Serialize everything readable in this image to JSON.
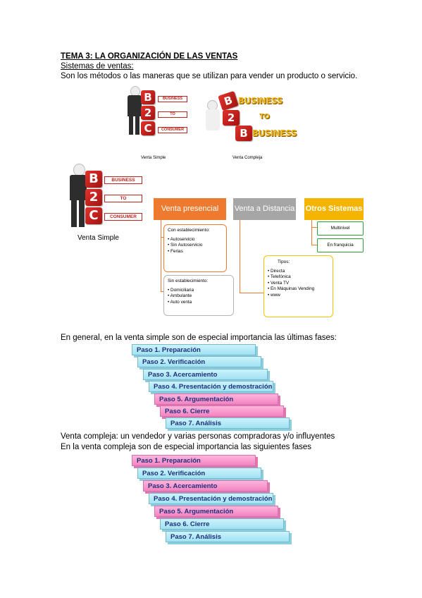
{
  "header": {
    "title": "TEMA 3: LA ORGANIZACIÓN DE LAS VENTAS",
    "subtitle": "Sistemas de ventas:",
    "definition": "Son los métodos o las maneras que se utilizan para vender un producto o servicio."
  },
  "illustrations": {
    "b2c_caption": "Venta Simple",
    "b2b_caption": "Venta Compleja",
    "b2c_letters": [
      "B",
      "2",
      "C"
    ],
    "b2c_plates": [
      "BUSINESS",
      "TO",
      "CONSUMER"
    ],
    "b2b_letters": [
      "B",
      "2",
      "B"
    ],
    "b2b_words": [
      "BUSINESS",
      "TO",
      "BUSINESS"
    ],
    "large_caption": "Venta Simple"
  },
  "diagram": {
    "presencial": {
      "title": "Venta presencial",
      "con_title": "Con establecimiento:",
      "con_items": [
        "• Autoservicio",
        "• Sin Autoservicio",
        "• Ferias"
      ],
      "sin_title": "Sin establecimiento:",
      "sin_items": [
        "• Domiciliaria",
        "• Ambulante",
        "• Auto venta"
      ]
    },
    "distancia": {
      "title": "Venta a Distancia",
      "tipos_title": "Tipos:",
      "tipos_items": [
        "• Directa",
        "• Telefónica",
        "• Venta TV",
        "• En Máquinas Vending",
        "• www"
      ]
    },
    "otros": {
      "title": "Otros Sistemas",
      "items": [
        "Multinivel",
        "En franquicia"
      ]
    },
    "colors": {
      "orange": "#ee7a30",
      "gray": "#a6a6a6",
      "gold": "#f5b400"
    }
  },
  "simple": {
    "intro": "En general, en la venta simple son de especial importancia las últimas fases:",
    "steps": [
      {
        "label": "Paso 1. Preparación",
        "color": "blue"
      },
      {
        "label": "Paso 2. Verificación",
        "color": "blue"
      },
      {
        "label": "Paso 3. Acercamiento",
        "color": "blue"
      },
      {
        "label": "Paso 4. Presentación y demostración",
        "color": "blue"
      },
      {
        "label": "Paso 5. Argumentación",
        "color": "pink"
      },
      {
        "label": "Paso 6. Cierre",
        "color": "pink"
      },
      {
        "label": "Paso 7. Análisis",
        "color": "blue"
      }
    ]
  },
  "compleja": {
    "line1": "Venta compleja: un vendedor y varias personas compradoras y/o influyentes",
    "line2": "En la venta compleja son de especial importancia las siguientes fases",
    "steps": [
      {
        "label": "Paso 1. Preparación",
        "color": "pink"
      },
      {
        "label": "Paso 2. Verificación",
        "color": "blue"
      },
      {
        "label": "Paso 3. Acercamiento",
        "color": "pink"
      },
      {
        "label": "Paso 4. Presentación y demostración",
        "color": "blue"
      },
      {
        "label": "Paso 5. Argumentación",
        "color": "pink"
      },
      {
        "label": "Paso 6. Cierre",
        "color": "blue"
      },
      {
        "label": "Paso 7. Análisis",
        "color": "blue"
      }
    ]
  }
}
